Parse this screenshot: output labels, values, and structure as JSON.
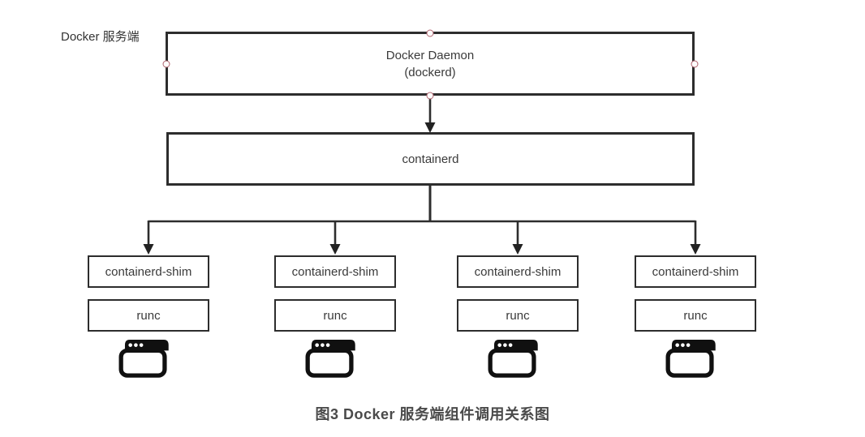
{
  "diagram": {
    "server_label": "Docker 服务端",
    "daemon": {
      "title": "Docker Daemon",
      "subtitle": "(dockerd)"
    },
    "containerd": {
      "label": "containerd"
    },
    "columns": [
      {
        "shim_label": "containerd-shim",
        "runc_label": "runc",
        "icon": "terminal-window-icon"
      },
      {
        "shim_label": "containerd-shim",
        "runc_label": "runc",
        "icon": "terminal-window-icon"
      },
      {
        "shim_label": "containerd-shim",
        "runc_label": "runc",
        "icon": "terminal-window-icon"
      },
      {
        "shim_label": "containerd-shim",
        "runc_label": "runc",
        "icon": "terminal-window-icon"
      }
    ],
    "caption": "图3 Docker 服务端组件调用关系图",
    "colors": {
      "line": "#2d2d2d",
      "box_border": "#2d2d2d",
      "box_text": "#3a3a3a",
      "caption_text": "#4a4a4a",
      "handle_stroke": "#b0636e",
      "icon_fill": "#101010",
      "background": "#ffffff"
    }
  }
}
